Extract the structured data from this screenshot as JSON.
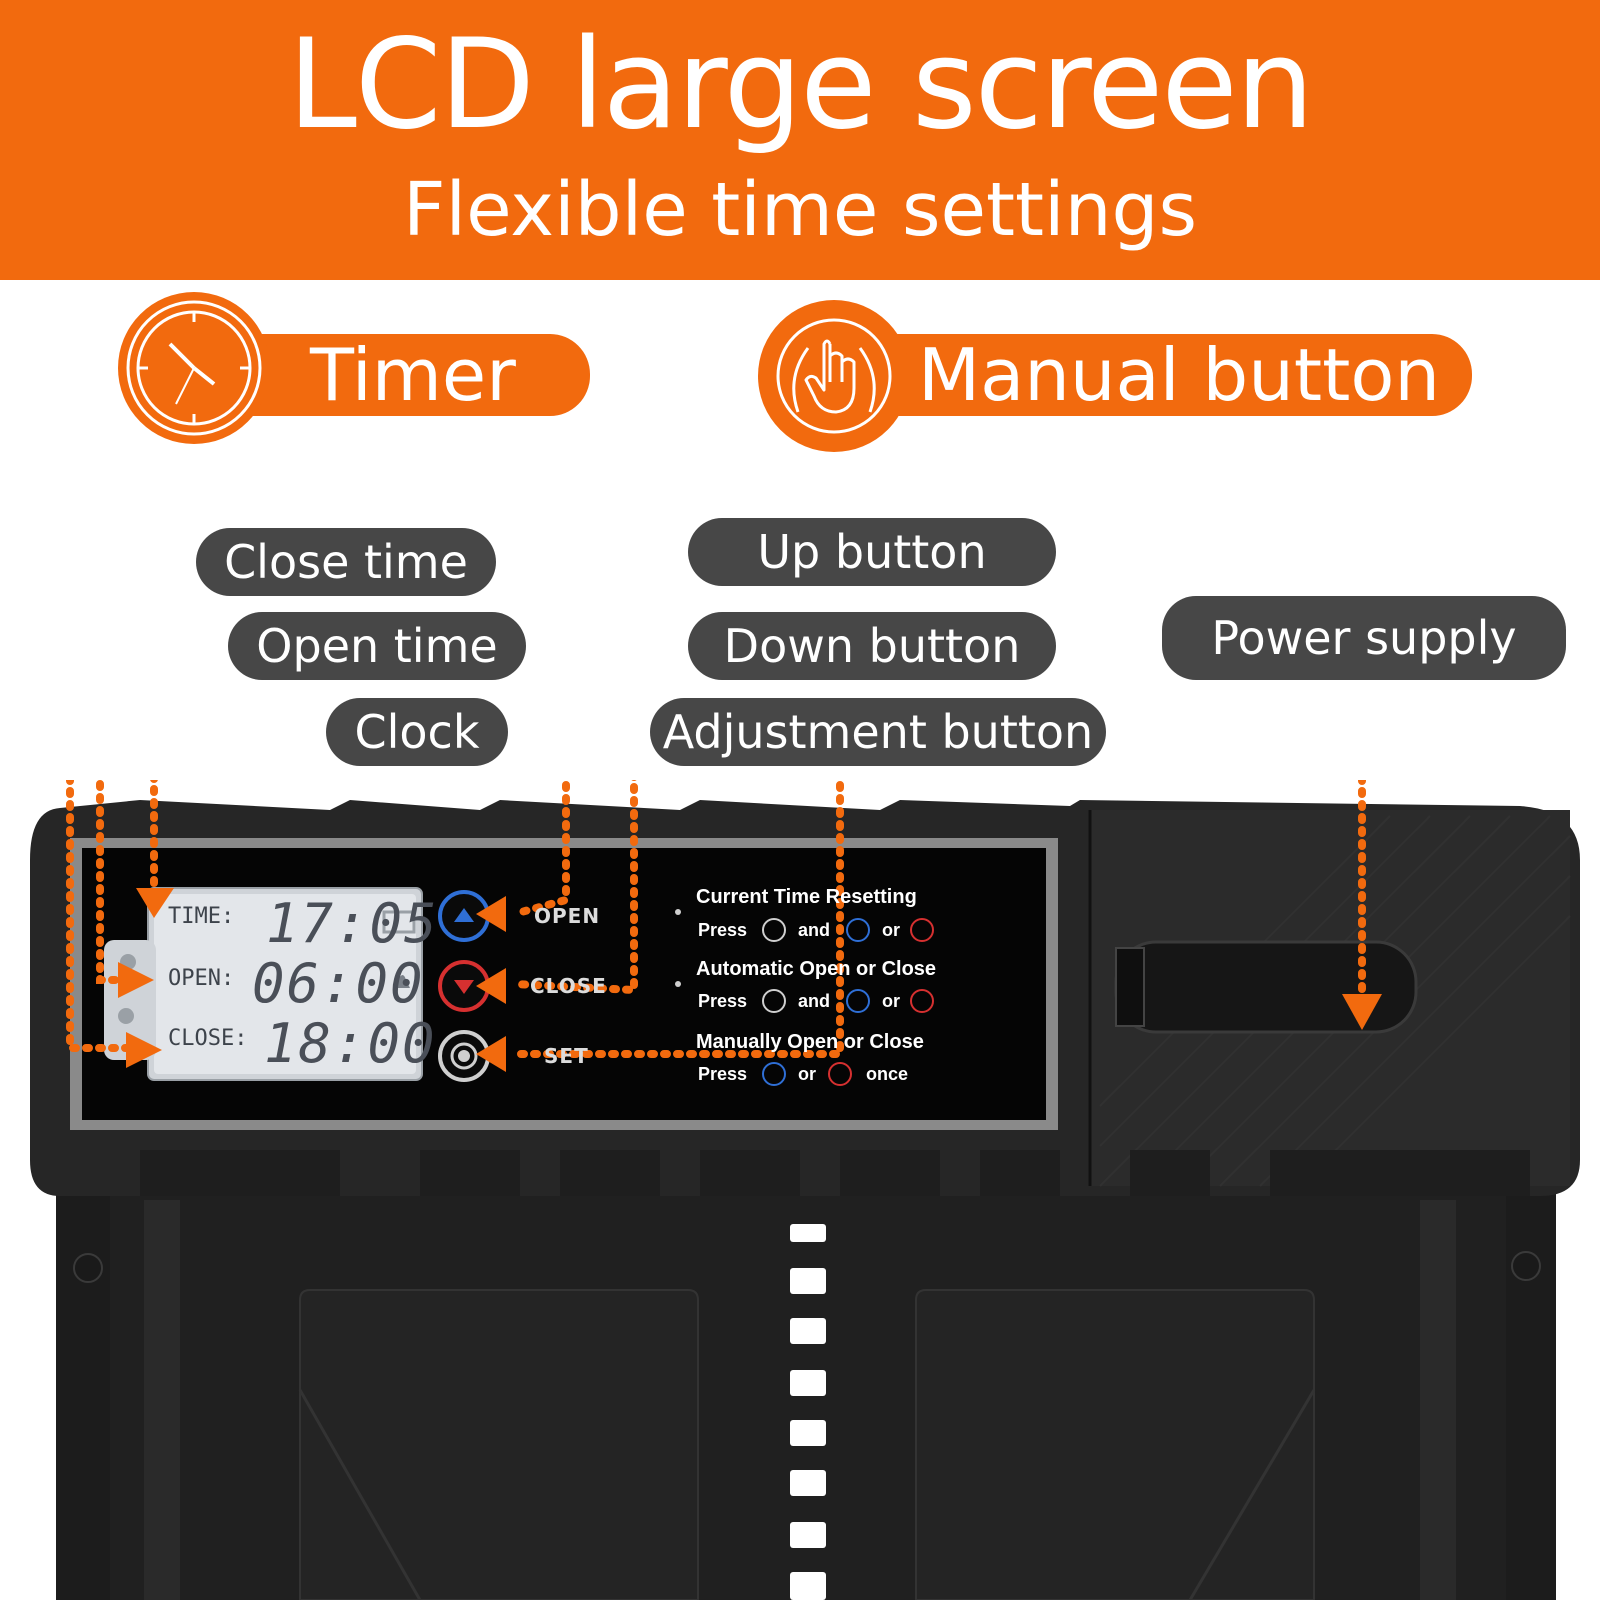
{
  "banner": {
    "title": "LCD large screen",
    "subtitle": "Flexible time settings"
  },
  "features": {
    "timer_label": "Timer",
    "timer_icon": "clock-icon",
    "manual_label": "Manual button",
    "manual_icon": "hand-press-icon"
  },
  "callouts": {
    "close_time": "Close time",
    "open_time": "Open time",
    "clock": "Clock",
    "up_button": "Up button",
    "down_button": "Down button",
    "adjustment_button": "Adjustment button",
    "power_supply": "Power supply"
  },
  "lcd": {
    "time_label": "TIME:",
    "time_value": "17:05",
    "open_label": "OPEN:",
    "open_value": "06:00",
    "close_label": "CLOSE:",
    "close_value": "18:00"
  },
  "panel_buttons": {
    "open": "OPEN",
    "close": "CLOSE",
    "set": "SET"
  },
  "instructions": {
    "item1_title": "Current Time Resetting",
    "item1_press": "Press",
    "item1_and": "and",
    "item1_or": "or",
    "item2_title": "Automatic Open or Close",
    "item2_press": "Press",
    "item2_and": "and",
    "item2_or": "or",
    "item3_title": "Manually Open or Close",
    "item3_press": "Press",
    "item3_or": "or",
    "item3_once": "once"
  },
  "colors": {
    "accent": "#f26a0e",
    "dark_pill": "#474747",
    "device_body": "#262626",
    "lcd_background": "#e3e6ea",
    "up_button_ring": "#2f6fd6",
    "down_button_ring": "#d63030"
  }
}
